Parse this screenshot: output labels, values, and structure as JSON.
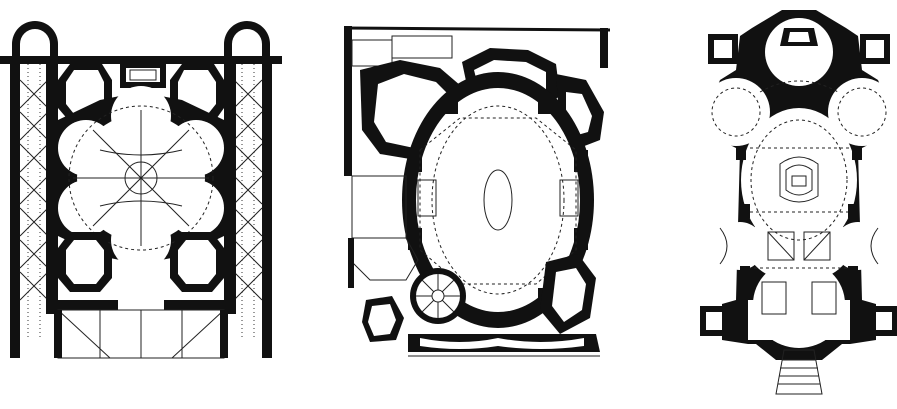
{
  "figure": {
    "panels": [
      {
        "id": "left",
        "kind": "centralized church plan"
      },
      {
        "id": "middle",
        "kind": "oval church plan"
      },
      {
        "id": "right",
        "kind": "longitudinal church plan"
      }
    ]
  },
  "colors": {
    "background": "#ffffff",
    "wall": "#111111",
    "line": "#222222"
  }
}
